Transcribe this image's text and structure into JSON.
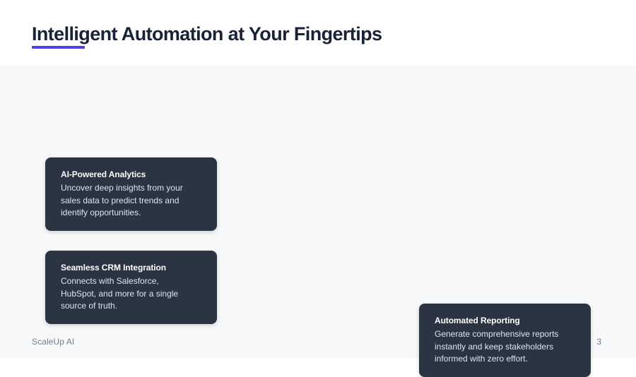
{
  "header": {
    "title": "Intelligent Automation at Your Fingertips"
  },
  "cards": [
    {
      "title": "AI-Powered Analytics",
      "body": "Uncover deep insights from your\nsales data to predict trends and\nidentify opportunities."
    },
    {
      "title": "Seamless CRM Integration",
      "body": "Connects with Salesforce,\nHubSpot, and more for a single\nsource of truth."
    },
    {
      "title": "Automated Reporting",
      "body": "Generate comprehensive reports\ninstantly and keep stakeholders\ninformed with zero effort."
    }
  ],
  "footer": {
    "brand": "ScaleUp AI",
    "page_number": "3"
  },
  "colors": {
    "accent_underline": "#4c42e3",
    "card_background": "#2a3442",
    "title_text": "#1a2238",
    "content_background": "#f7f8fa"
  }
}
